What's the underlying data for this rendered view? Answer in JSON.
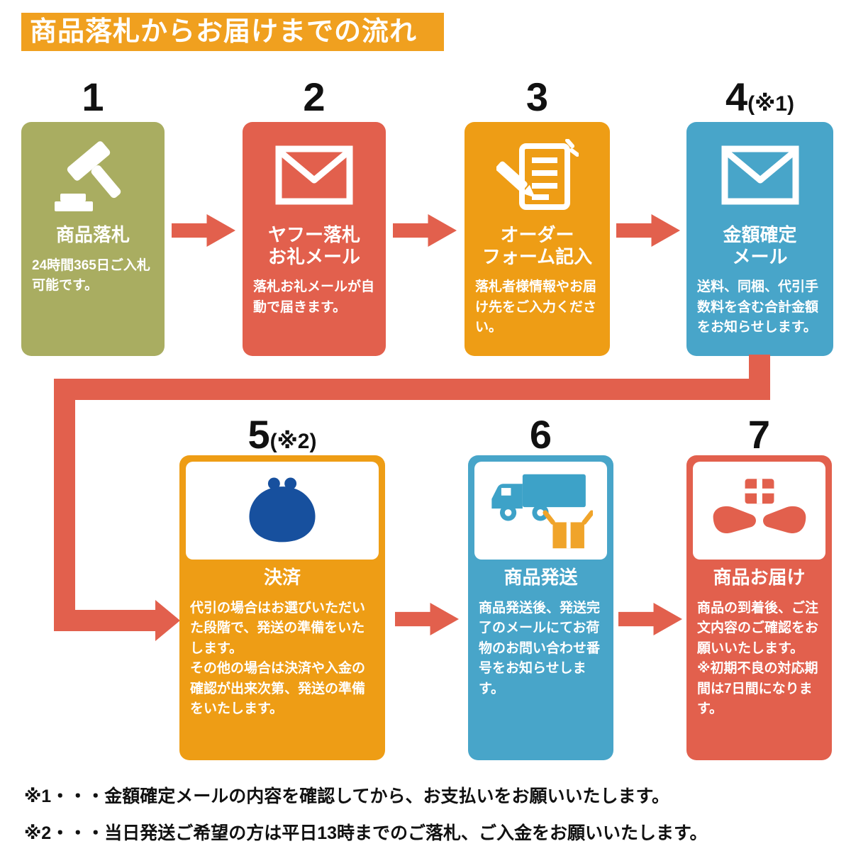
{
  "title": "商品落札からお届けまでの流れ",
  "colors": {
    "banner": "#f0a01f",
    "olive": "#a9ad61",
    "red": "#e2604d",
    "orange": "#ee9d15",
    "blue": "#48a5c9",
    "navy_purse": "#17509e",
    "arrow": "#e2604d",
    "box_orange": "#f0a42a"
  },
  "steps": [
    {
      "number": "1",
      "suffix": "",
      "label": "商品落札",
      "desc": "24時間365日ご入札可能です。",
      "icon": "gavel-icon",
      "color": "#a9ad61"
    },
    {
      "number": "2",
      "suffix": "",
      "label": "ヤフー落札\nお礼メール",
      "desc": "落札お礼メールが自動で届きます。",
      "icon": "mail-icon",
      "color": "#e2604d"
    },
    {
      "number": "3",
      "suffix": "",
      "label": "オーダー\nフォーム記入",
      "desc": "落札者様情報やお届け先をご入力ください。",
      "icon": "order-form-icon",
      "color": "#ee9d15"
    },
    {
      "number": "4",
      "suffix": "(※1)",
      "label": "金額確定\nメール",
      "desc": "送料、同梱、代引手数料を含む合計金額をお知らせします。",
      "icon": "mail-icon",
      "color": "#48a5c9"
    },
    {
      "number": "5",
      "suffix": "(※2)",
      "label": "決済",
      "desc": "代引の場合はお選びいただいた段階で、発送の準備をいたします。\nその他の場合は決済や入金の確認が出来次第、発送の準備をいたします。",
      "icon": "purse-icon",
      "color": "#ee9d15"
    },
    {
      "number": "6",
      "suffix": "",
      "label": "商品発送",
      "desc": "商品発送後、発送完了のメールにてお荷物のお問い合わせ番号をお知らせします。",
      "icon": "truck-icon",
      "color": "#48a5c9"
    },
    {
      "number": "7",
      "suffix": "",
      "label": "商品お届け",
      "desc": "商品の到着後、ご注文内容のご確認をお願いいたします。\n※初期不良の対応期間は7日間になります。",
      "icon": "delivery-hands-icon",
      "color": "#e2604d"
    }
  ],
  "notes": [
    "※1・・・金額確定メールの内容を確認してから、お支払いをお願いいたします。",
    "※2・・・当日発送ご希望の方は平日13時までのご落札、ご入金をお願いいたします。"
  ]
}
